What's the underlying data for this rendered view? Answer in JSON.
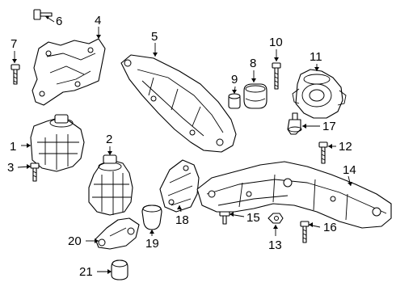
{
  "callouts": [
    {
      "id": "1",
      "label": "1",
      "part": "engine-mount-left"
    },
    {
      "id": "2",
      "label": "2",
      "part": "engine-mount-right"
    },
    {
      "id": "3",
      "label": "3",
      "part": "bolt-3"
    },
    {
      "id": "4",
      "label": "4",
      "part": "mount-bracket"
    },
    {
      "id": "5",
      "label": "5",
      "part": "transmission-bracket"
    },
    {
      "id": "6",
      "label": "6",
      "part": "bolt-6"
    },
    {
      "id": "7",
      "label": "7",
      "part": "bolt-7"
    },
    {
      "id": "8",
      "label": "8",
      "part": "damper"
    },
    {
      "id": "9",
      "label": "9",
      "part": "bushing"
    },
    {
      "id": "10",
      "label": "10",
      "part": "bolt-10"
    },
    {
      "id": "11",
      "label": "11",
      "part": "transmission-mount"
    },
    {
      "id": "12",
      "label": "12",
      "part": "bolt-12"
    },
    {
      "id": "13",
      "label": "13",
      "part": "nut-13"
    },
    {
      "id": "14",
      "label": "14",
      "part": "crossmember"
    },
    {
      "id": "15",
      "label": "15",
      "part": "bolt-15"
    },
    {
      "id": "16",
      "label": "16",
      "part": "bolt-16"
    },
    {
      "id": "17",
      "label": "17",
      "part": "stud"
    },
    {
      "id": "18",
      "label": "18",
      "part": "heat-shield"
    },
    {
      "id": "19",
      "label": "19",
      "part": "rubber-stop"
    },
    {
      "id": "20",
      "label": "20",
      "part": "support-bracket"
    },
    {
      "id": "21",
      "label": "21",
      "part": "buffer"
    }
  ]
}
